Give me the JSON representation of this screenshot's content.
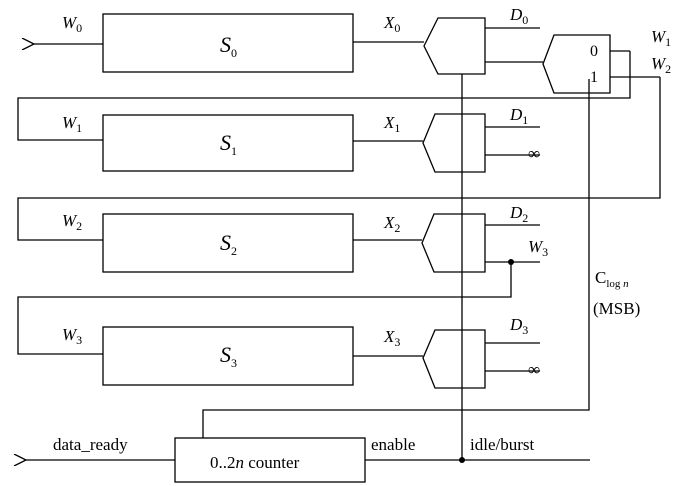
{
  "stages": [
    {
      "s_base": "S",
      "s_sub": "0",
      "w_base": "W",
      "w_sub": "0",
      "x_base": "X",
      "x_sub": "0",
      "d_base": "D",
      "d_sub": "0"
    },
    {
      "s_base": "S",
      "s_sub": "1",
      "w_base": "W",
      "w_sub": "1",
      "x_base": "X",
      "x_sub": "1",
      "d_base": "D",
      "d_sub": "1",
      "extra": "∞"
    },
    {
      "s_base": "S",
      "s_sub": "2",
      "w_base": "W",
      "w_sub": "2",
      "x_base": "X",
      "x_sub": "2",
      "d_base": "D",
      "d_sub": "2",
      "extra_base": "W",
      "extra_sub": "3"
    },
    {
      "s_base": "S",
      "s_sub": "3",
      "w_base": "W",
      "w_sub": "3",
      "x_base": "X",
      "x_sub": "3",
      "d_base": "D",
      "d_sub": "3",
      "extra": "∞"
    }
  ],
  "mux": {
    "in0": "0",
    "in1": "1",
    "out_top_base": "W",
    "out_top_sub": "1",
    "out_bottom_base": "W",
    "out_bottom_sub": "2"
  },
  "control": {
    "c_base": "C",
    "c_sub_pre": "log ",
    "c_sub_n": "n",
    "msb": "(MSB)"
  },
  "counter": {
    "label_pre": "0..2",
    "label_n": "n",
    "label_post": " counter",
    "data_ready": "data_ready",
    "enable": "enable",
    "idle_burst": "idle/burst"
  }
}
